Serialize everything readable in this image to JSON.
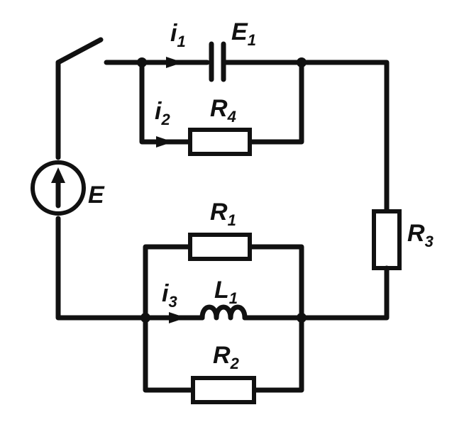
{
  "labels": {
    "source": "E",
    "i1": {
      "main": "i",
      "sub": "1"
    },
    "e1": {
      "main": "E",
      "sub": "1"
    },
    "i2": {
      "main": "i",
      "sub": "2"
    },
    "r4": {
      "main": "R",
      "sub": "4"
    },
    "r1": {
      "main": "R",
      "sub": "1"
    },
    "r3": {
      "main": "R",
      "sub": "3"
    },
    "i3": {
      "main": "i",
      "sub": "3"
    },
    "l1": {
      "main": "L",
      "sub": "1"
    },
    "r2": {
      "main": "R",
      "sub": "2"
    }
  },
  "colors": {
    "ink": "#111111",
    "background": "#ffffff"
  }
}
